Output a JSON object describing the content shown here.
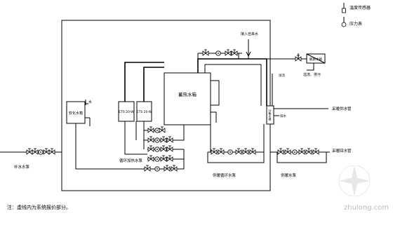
{
  "legend": {
    "temperature_sensor": "温度传感器",
    "pressure_gauge": "压力表"
  },
  "labels": {
    "main_tank": "蓄热水箱",
    "softener": "软化水箱",
    "heat_pump_1": "ETS 20-W",
    "heat_pump_2": "ETS 20-W",
    "expansion_tank": "膨胀水箱",
    "water_inlet": "水",
    "city_water": "接入自来水",
    "overflow_drain": "溢流、排污",
    "sep_top": "溢流",
    "sep_right": "排水",
    "hot_water_out": "采暖供水管",
    "return_in": "采暖回水管",
    "feed_pump": "补水水泵",
    "circulation_pump": "循环加热水泵",
    "heating_pump": "供暖循环水泵",
    "heating_pump_2": "供暖水泵",
    "distributor": "分集水器",
    "note": "注：虚线内为系统报价部分。",
    "watermark": "zhulong.com"
  }
}
